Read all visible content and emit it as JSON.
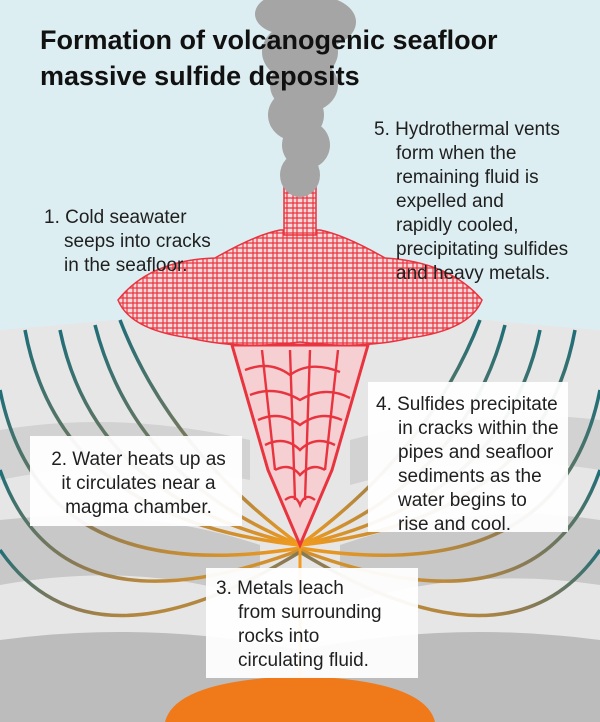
{
  "title": {
    "line1": "Formation of volcanogenic seafloor",
    "line2": "massive sulfide deposits"
  },
  "steps": [
    {
      "id": "1",
      "lines": [
        "1. Cold seawater",
        "seeps into cracks",
        "in the seafloor."
      ]
    },
    {
      "id": "2",
      "lines": [
        "2. Water heats up as",
        "it circulates near a",
        "magma chamber."
      ]
    },
    {
      "id": "3",
      "lines": [
        "3. Metals leach",
        "from surrounding",
        "rocks into",
        "circulating fluid."
      ]
    },
    {
      "id": "4",
      "lines": [
        "4. Sulfides precipitate",
        "in cracks within the",
        "pipes and seafloor",
        "sediments as the",
        "water begins to",
        "rise and cool."
      ]
    },
    {
      "id": "5",
      "lines": [
        "5. Hydrothermal vents",
        "form when the",
        "remaining fluid is",
        "expelled and",
        "rapidly cooled,",
        "precipitating sulfides",
        "and heavy metals."
      ]
    }
  ],
  "colors": {
    "sky": "#ddeef3",
    "seafloor": "#e6e6e6",
    "sediment_dark": "#bcbcbc",
    "crack_network": "#e8343f",
    "mound_fill": "#f6cfd2",
    "seawater_flow": "#1f6e78",
    "hot_flow": "#f39b1c",
    "magma": "#f07a1a",
    "smoke": "#9e9e9e"
  }
}
